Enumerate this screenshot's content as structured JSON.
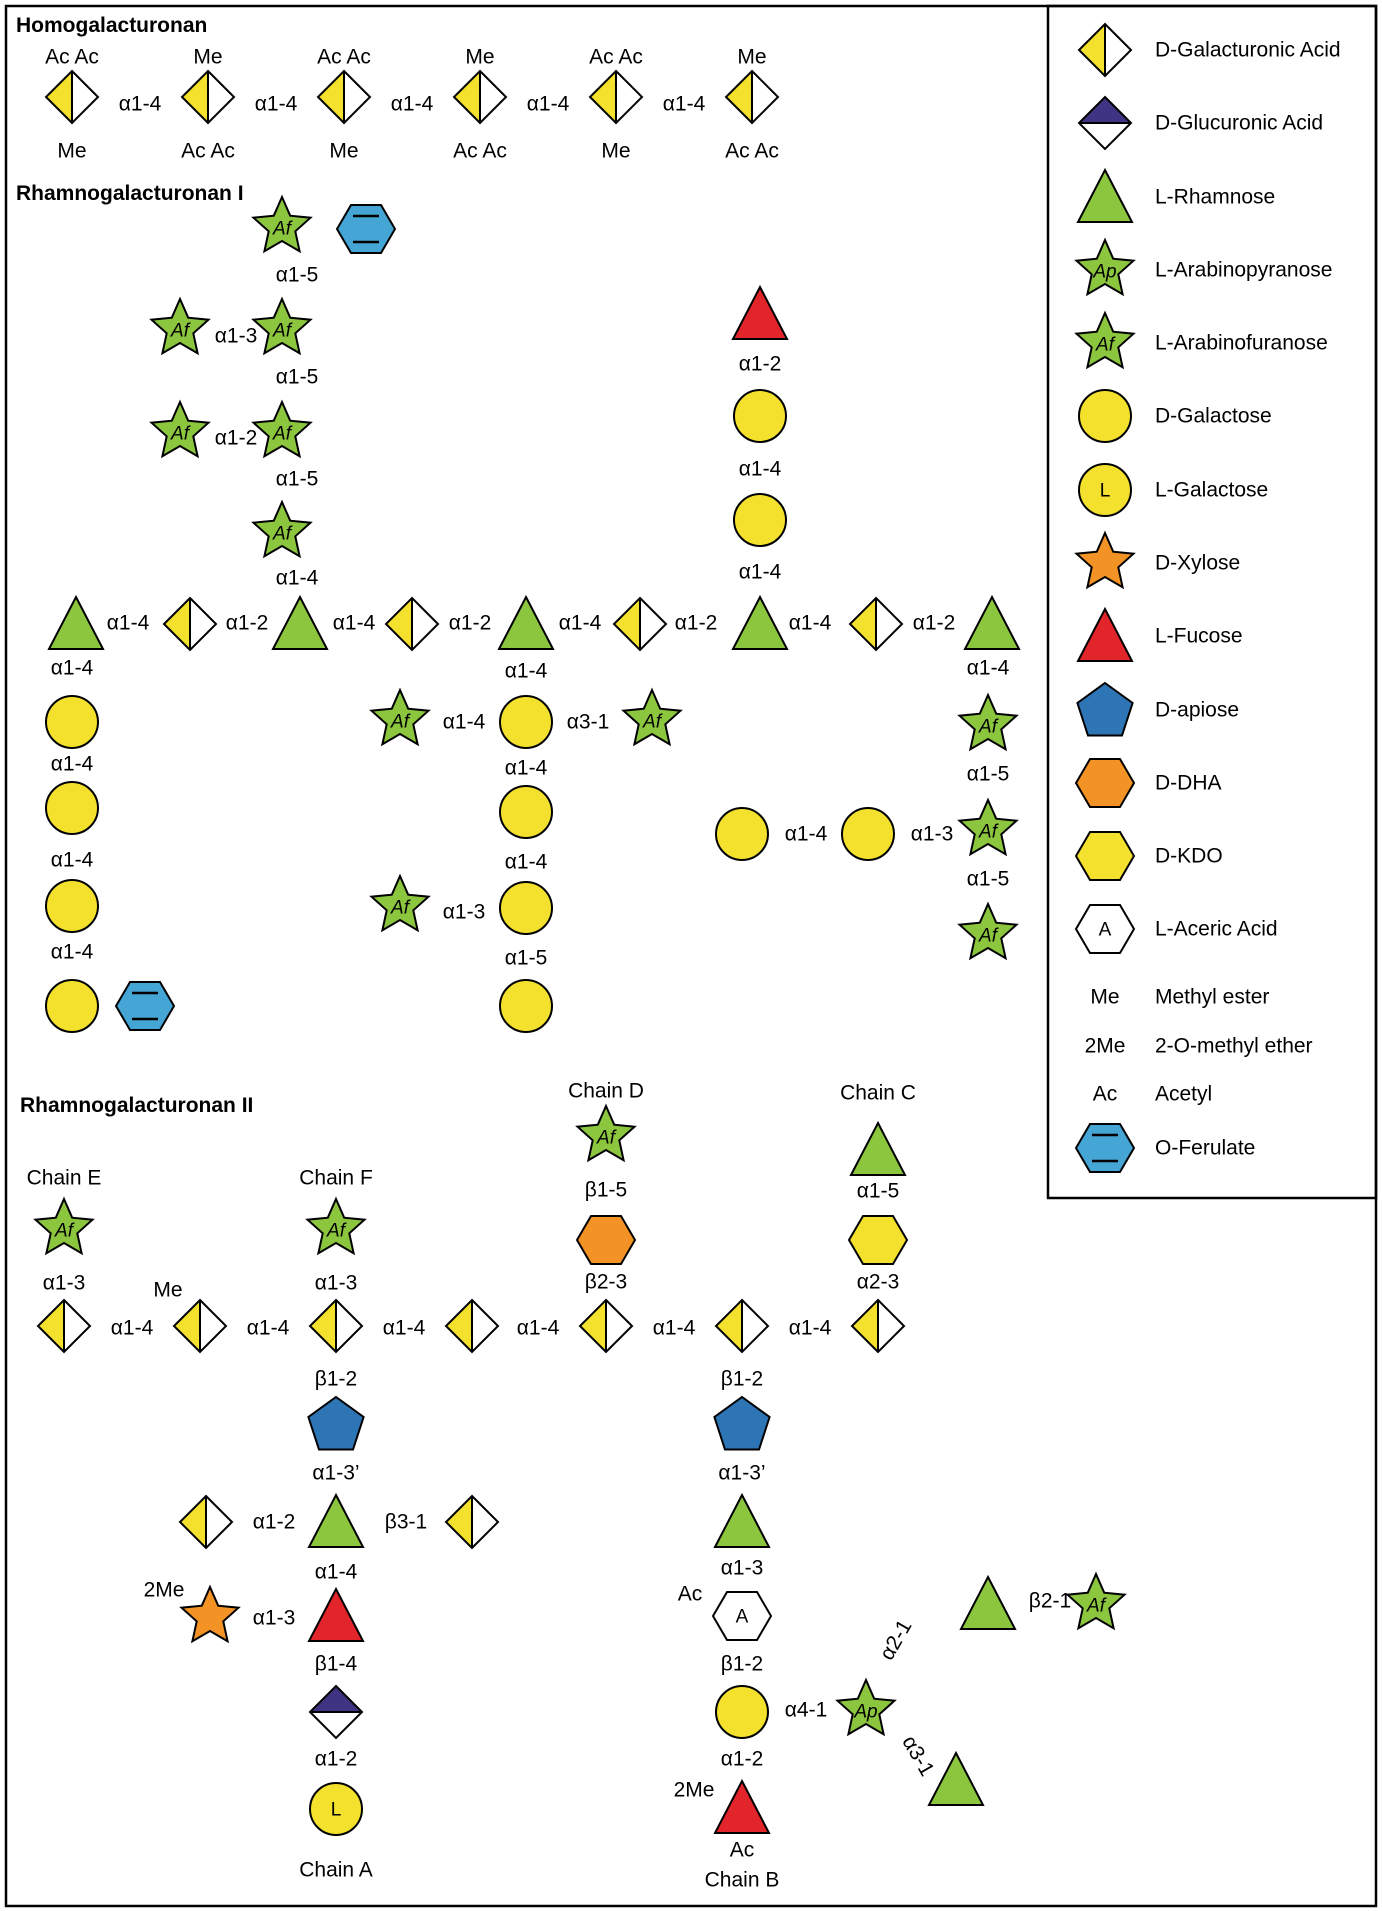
{
  "colors": {
    "yellow": "#F3E12E",
    "green": "#8CC63F",
    "blue": "#2E75B6",
    "light_blue": "#45A5D5",
    "orange": "#F39325",
    "red": "#E2242B",
    "navy": "#3F3384",
    "white": "#ffffff",
    "stroke": "#000000"
  },
  "sections": {
    "homogalacturonan": "Homogalacturonan",
    "rg1": "Rhamnogalacturonan I",
    "rg2": "Rhamnogalacturonan II"
  },
  "legend": [
    {
      "icon": "galacturonic-acid-diamond",
      "label": "D-Galacturonic Acid"
    },
    {
      "icon": "glucuronic-acid-diamond",
      "label": "D-Glucuronic Acid"
    },
    {
      "icon": "rhamnose-triangle",
      "label": "L-Rhamnose"
    },
    {
      "icon": "arabinopyranose-star",
      "label": "L-Arabinopyranose",
      "glyph": "Ap"
    },
    {
      "icon": "arabinofuranose-star",
      "label": "L-Arabinofuranose",
      "glyph": "Af"
    },
    {
      "icon": "galactose-circle",
      "label": "D-Galactose"
    },
    {
      "icon": "l-galactose-circle",
      "label": "L-Galactose",
      "glyph": "L"
    },
    {
      "icon": "xylose-star",
      "label": "D-Xylose"
    },
    {
      "icon": "fucose-triangle",
      "label": "L-Fucose"
    },
    {
      "icon": "apiose-pentagon",
      "label": "D-apiose"
    },
    {
      "icon": "dha-hexagon",
      "label": "D-DHA"
    },
    {
      "icon": "kdo-hexagon",
      "label": "D-KDO"
    },
    {
      "icon": "aceric-acid-hexagon",
      "label": "L-Aceric Acid",
      "glyph": "A"
    },
    {
      "icon": "methyl-ester-abbrev",
      "label": "Methyl ester",
      "glyph": "Me"
    },
    {
      "icon": "methyl-ether-abbrev",
      "label": "2-O-methyl ether",
      "glyph": "2Me"
    },
    {
      "icon": "acetyl-abbrev",
      "label": "Acetyl",
      "glyph": "Ac"
    },
    {
      "icon": "ferulate-hexagon",
      "label": "O-Ferulate"
    }
  ],
  "homogalacturonan": {
    "top": [
      "Ac Ac",
      "Me",
      "Ac Ac",
      "Me",
      "Ac Ac",
      "Me"
    ],
    "bottom": [
      "Me",
      "Ac Ac",
      "Me",
      "Ac Ac",
      "Me",
      "Ac Ac"
    ],
    "links": [
      "α1-4",
      "α1-4",
      "α1-4",
      "α1-4",
      "α1-4"
    ]
  },
  "rg1": {
    "side1": {
      "links": [
        "α1-5",
        "α1-3",
        "α1-5",
        "α1-2",
        "α1-5",
        "α1-4"
      ],
      "glyph": "Af"
    },
    "backbone_links": [
      "α1-4",
      "α1-2",
      "α1-4",
      "α1-2",
      "α1-4",
      "α1-2",
      "α1-4",
      "α1-2"
    ],
    "left_chain_links": [
      "α1-4",
      "α1-4",
      "α1-4",
      "α1-4"
    ],
    "mid_links": [
      "α1-4",
      "α1-4",
      "α3-1",
      "α1-4",
      "α1-4",
      "α1-3",
      "α1-5"
    ],
    "fucose_chain_links": [
      "α1-2",
      "α1-4",
      "α1-4"
    ],
    "right_links": [
      "α1-4",
      "α1-5",
      "α1-4",
      "α1-3",
      "α1-5"
    ]
  },
  "rg2": {
    "chains": {
      "a": "Chain A",
      "b": "Chain B",
      "c": "Chain C",
      "d": "Chain D",
      "e": "Chain E",
      "f": "Chain F"
    },
    "backbone_links": [
      "α1-4",
      "α1-4",
      "α1-4",
      "α1-4",
      "α1-4",
      "α1-4",
      "α1-4"
    ],
    "me_label": "Me",
    "chain_e_link": "α1-3",
    "chain_f_link": "α1-3",
    "chain_d_links": [
      "β1-5",
      "β2-3"
    ],
    "chain_c_links": [
      "α1-5",
      "α2-3"
    ],
    "chain_a_links": [
      "β1-2",
      "α1-3’",
      "α1-2",
      "β3-1",
      "α1-4",
      "α1-3",
      "β1-4",
      "α1-2"
    ],
    "chain_a_2me": "2Me",
    "chain_b_links": [
      "β1-2",
      "α1-3’",
      "α1-3",
      "β1-2",
      "α1-2",
      "α4-1",
      "α2-1",
      "β2-1",
      "α3-1"
    ],
    "chain_b_ac": [
      "Ac",
      "Ac"
    ],
    "chain_b_2me": "2Me"
  }
}
